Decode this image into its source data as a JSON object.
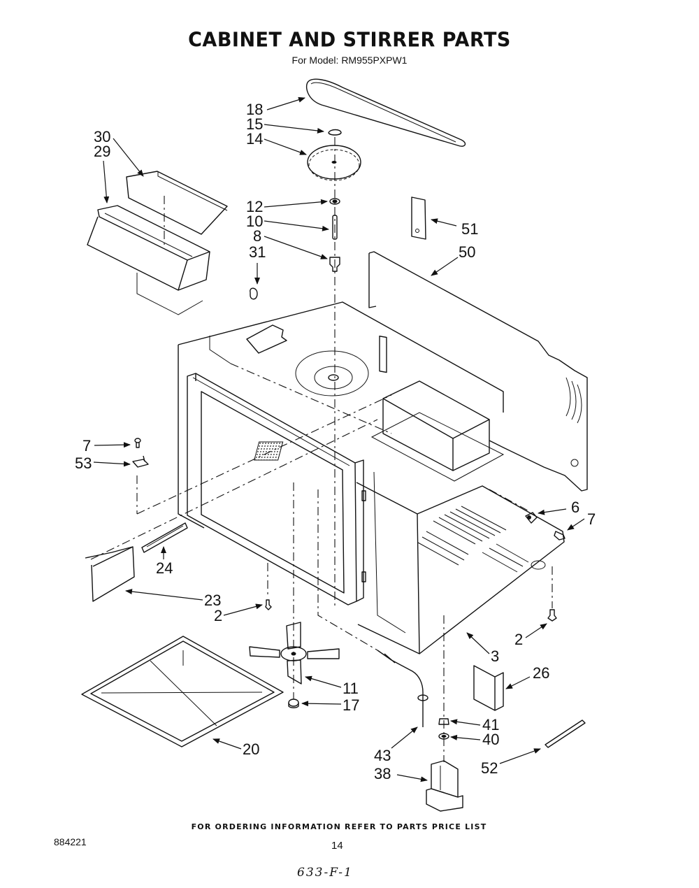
{
  "header": {
    "title": "CABINET AND STIRRER PARTS",
    "subtitle": "For Model: RM955PXPW1"
  },
  "callouts": [
    {
      "id": "18",
      "label": "18"
    },
    {
      "id": "15",
      "label": "15"
    },
    {
      "id": "14",
      "label": "14"
    },
    {
      "id": "30",
      "label": "30"
    },
    {
      "id": "29",
      "label": "29"
    },
    {
      "id": "12",
      "label": "12"
    },
    {
      "id": "10",
      "label": "10"
    },
    {
      "id": "8",
      "label": "8"
    },
    {
      "id": "31",
      "label": "31"
    },
    {
      "id": "51",
      "label": "51"
    },
    {
      "id": "50",
      "label": "50"
    },
    {
      "id": "7a",
      "label": "7"
    },
    {
      "id": "53",
      "label": "53"
    },
    {
      "id": "6",
      "label": "6"
    },
    {
      "id": "7b",
      "label": "7"
    },
    {
      "id": "24",
      "label": "24"
    },
    {
      "id": "23",
      "label": "23"
    },
    {
      "id": "2a",
      "label": "2"
    },
    {
      "id": "2b",
      "label": "2"
    },
    {
      "id": "3",
      "label": "3"
    },
    {
      "id": "26",
      "label": "26"
    },
    {
      "id": "11",
      "label": "11"
    },
    {
      "id": "17",
      "label": "17"
    },
    {
      "id": "41",
      "label": "41"
    },
    {
      "id": "40",
      "label": "40"
    },
    {
      "id": "20",
      "label": "20"
    },
    {
      "id": "43",
      "label": "43"
    },
    {
      "id": "38",
      "label": "38"
    },
    {
      "id": "52",
      "label": "52"
    }
  ],
  "footer": {
    "note": "FOR ORDERING INFORMATION REFER TO PARTS PRICE LIST",
    "doc_number": "884221",
    "page_number": "14",
    "handwritten": "633-F-1"
  }
}
